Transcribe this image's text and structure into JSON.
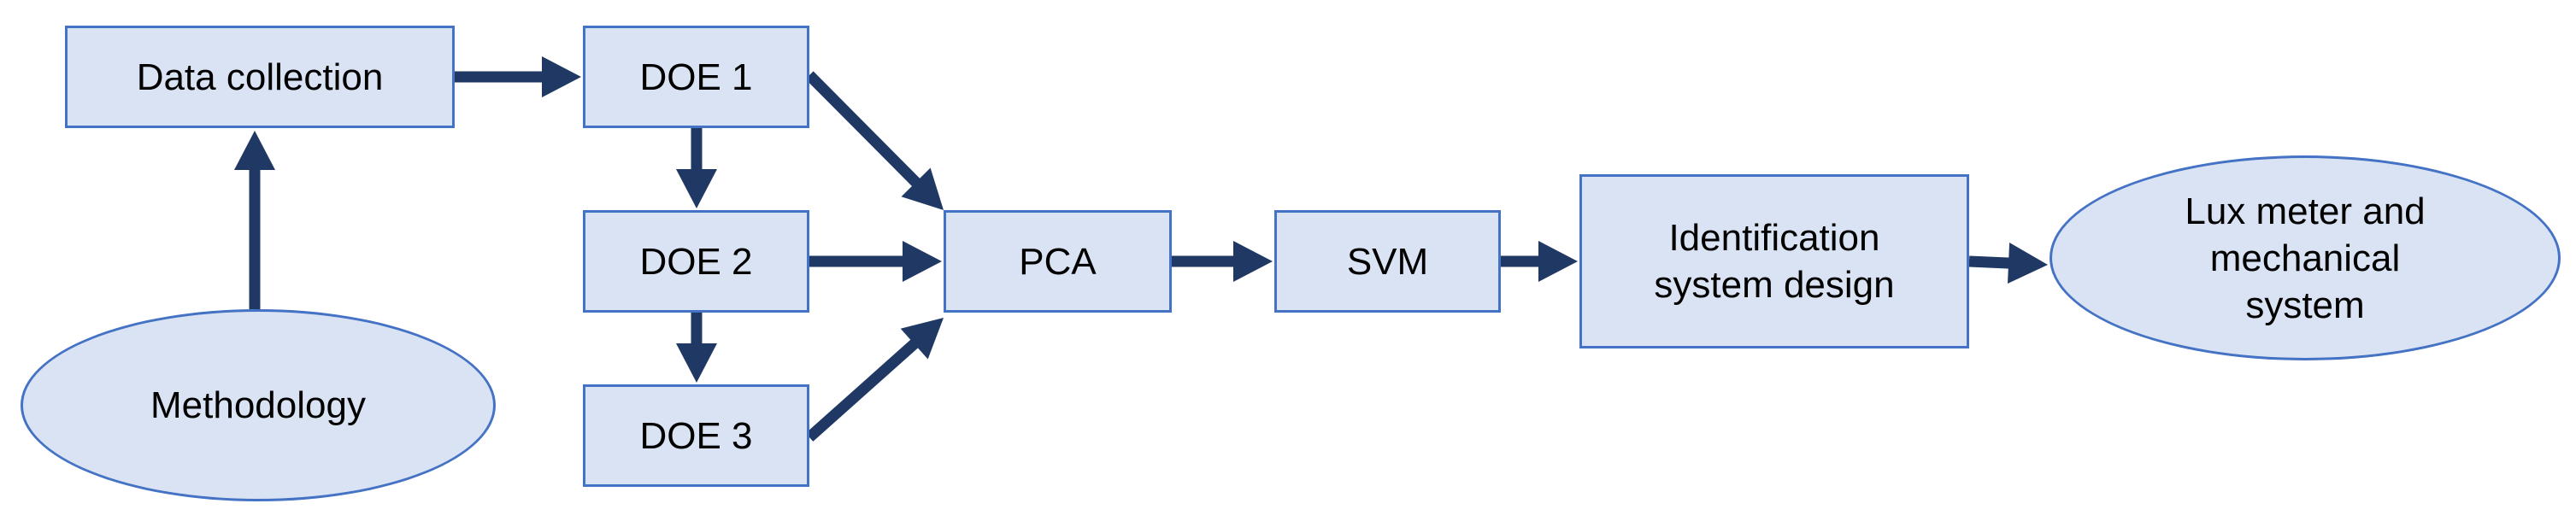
{
  "diagram": {
    "colors": {
      "box_fill": "#dae3f3",
      "box_border": "#4472c4",
      "arrow": "#1f3864",
      "text": "#000000"
    },
    "nodes": {
      "data_collection": "Data collection",
      "doe1": "DOE 1",
      "doe2": "DOE 2",
      "doe3": "DOE 3",
      "pca": "PCA",
      "svm": "SVM",
      "identification": "Identification\nsystem design",
      "methodology": "Methodology",
      "lux": "Lux meter and\nmechanical\nsystem"
    },
    "edges": [
      {
        "from": "methodology",
        "to": "data_collection"
      },
      {
        "from": "data_collection",
        "to": "doe1"
      },
      {
        "from": "doe1",
        "to": "doe2"
      },
      {
        "from": "doe2",
        "to": "doe3"
      },
      {
        "from": "doe1",
        "to": "pca"
      },
      {
        "from": "doe2",
        "to": "pca"
      },
      {
        "from": "doe3",
        "to": "pca"
      },
      {
        "from": "pca",
        "to": "svm"
      },
      {
        "from": "svm",
        "to": "identification"
      },
      {
        "from": "identification",
        "to": "lux"
      }
    ]
  }
}
